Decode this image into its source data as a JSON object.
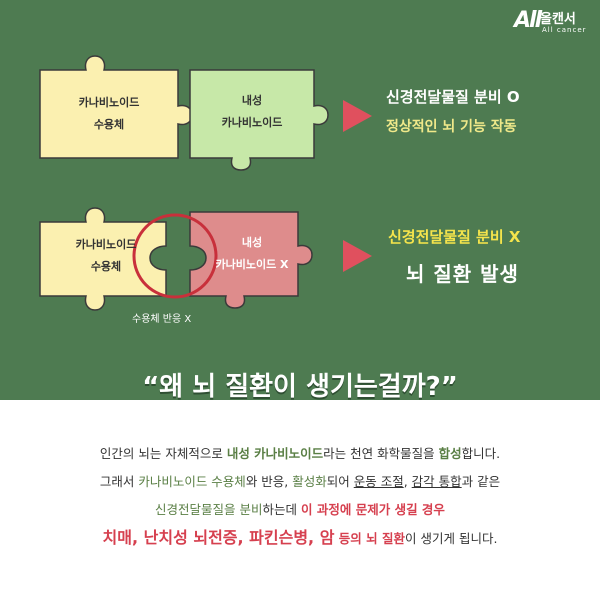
{
  "logo": {
    "mark": "All",
    "korean": "올캔서",
    "english": "All cancer"
  },
  "row1": {
    "receptor_piece": [
      "카나비노이드",
      "수용체"
    ],
    "endo_piece": [
      "내성",
      "카나비노이드"
    ],
    "result_line1": "신경전달물질 분비 O",
    "result_line2": "정상적인 뇌 기능 작동"
  },
  "row2": {
    "receptor_piece": [
      "카나비노이드",
      "수용체"
    ],
    "endo_piece": [
      "내성",
      "카나비노이드 X"
    ],
    "receptor_note": "수용체 반응 X",
    "result_line1": "신경전달물질 분비 X",
    "result_line2": "뇌 질환 발생"
  },
  "question": "“왜 뇌 질환이 생기는걸까?”",
  "paragraph": {
    "l1_a": "인간의 뇌는 자체적으로 ",
    "l1_b": "내성 카나비노이드",
    "l1_c": "라는 천연 화학물질을 ",
    "l1_d": "합성",
    "l1_e": "합니다.",
    "l2_a": "그래서 ",
    "l2_b": "카나비노이드 수용체",
    "l2_c": "와 반응, ",
    "l2_d": "활성화",
    "l2_e": "되어 ",
    "l2_f": "운동 조절",
    "l2_g": ", ",
    "l2_h": "감각 통합",
    "l2_i": "과 같은",
    "l3_a": "신경전달물질을 분비",
    "l3_b": "하는데 ",
    "l3_c": "이 과정에 문제가 생길 경우",
    "l4_a": "치매, 난치성 뇌전증, 파킨슨병, 암",
    "l4_b": " 등의 ",
    "l4_c": "뇌 질환",
    "l4_d": "이 생기게 됩니다."
  },
  "colors": {
    "background_top": "#4e7b51",
    "receptor_piece": "#fbf0b0",
    "endo_piece_ok": "#c7e8a8",
    "endo_piece_fail": "#de8c8c",
    "arrow": "#e0505e",
    "highlight_red": "#d6404f",
    "highlight_green": "#5a7f45"
  }
}
